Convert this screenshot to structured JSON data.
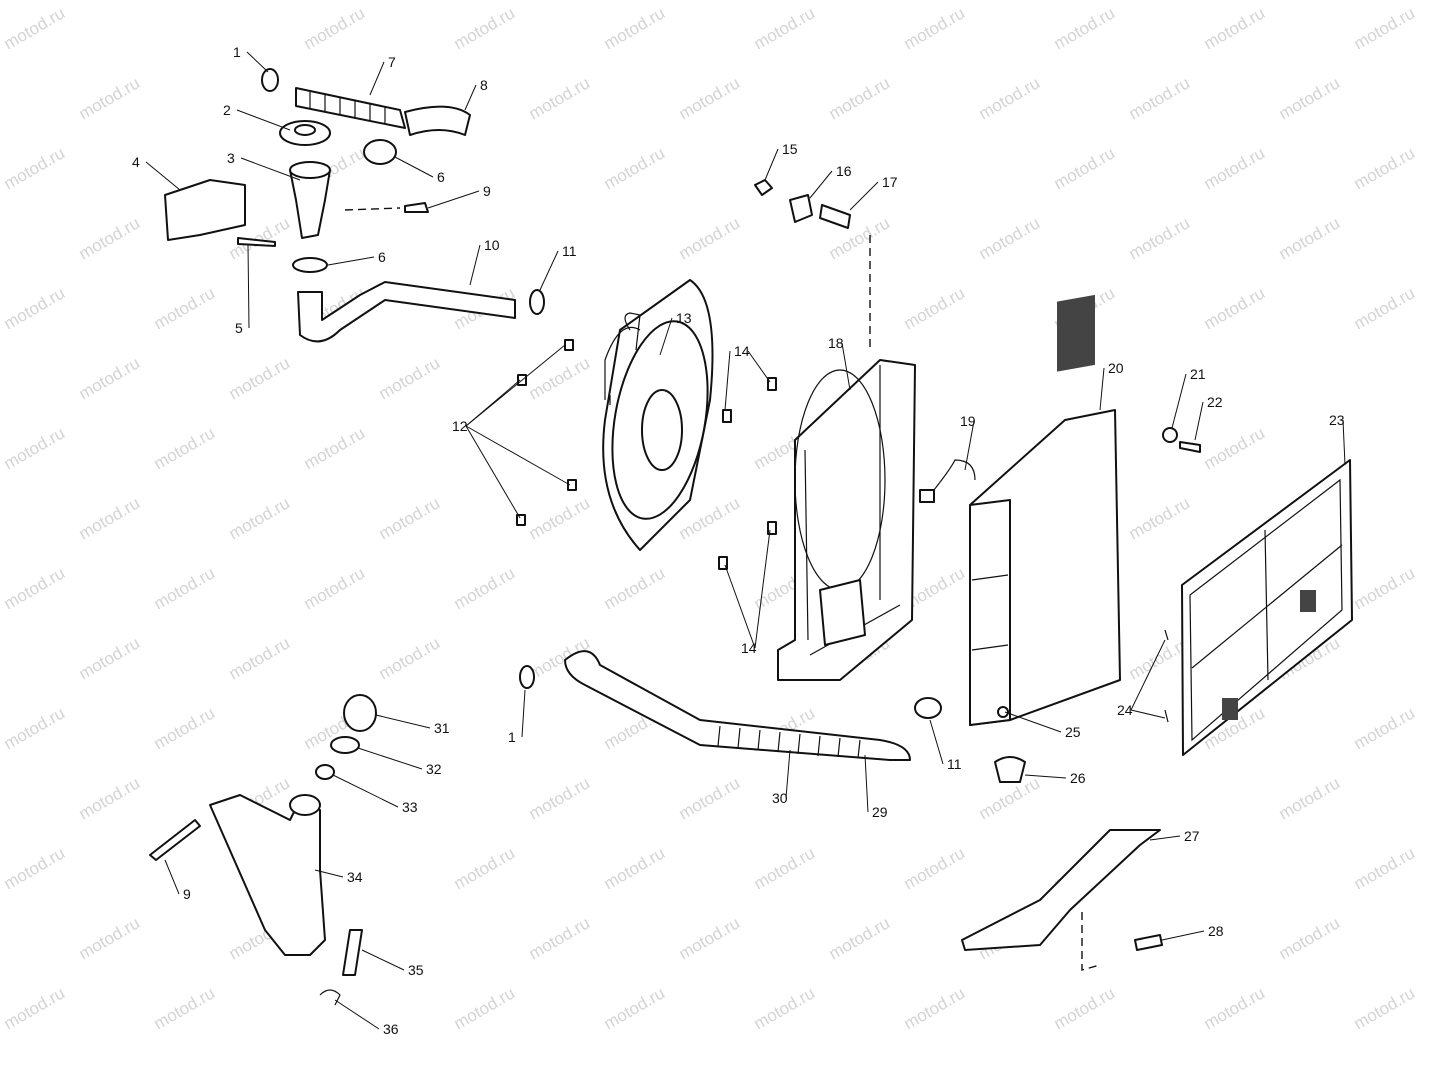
{
  "watermark": "motod.ru",
  "callouts": [
    "1",
    "7",
    "8",
    "2",
    "3",
    "4",
    "6",
    "9",
    "6",
    "10",
    "11",
    "5",
    "13",
    "14",
    "12",
    "15",
    "16",
    "17",
    "18",
    "20",
    "21",
    "22",
    "19",
    "23",
    "14",
    "1",
    "31",
    "32",
    "33",
    "34",
    "9",
    "35",
    "36",
    "30",
    "29",
    "11",
    "25",
    "24",
    "26",
    "27",
    "28"
  ]
}
